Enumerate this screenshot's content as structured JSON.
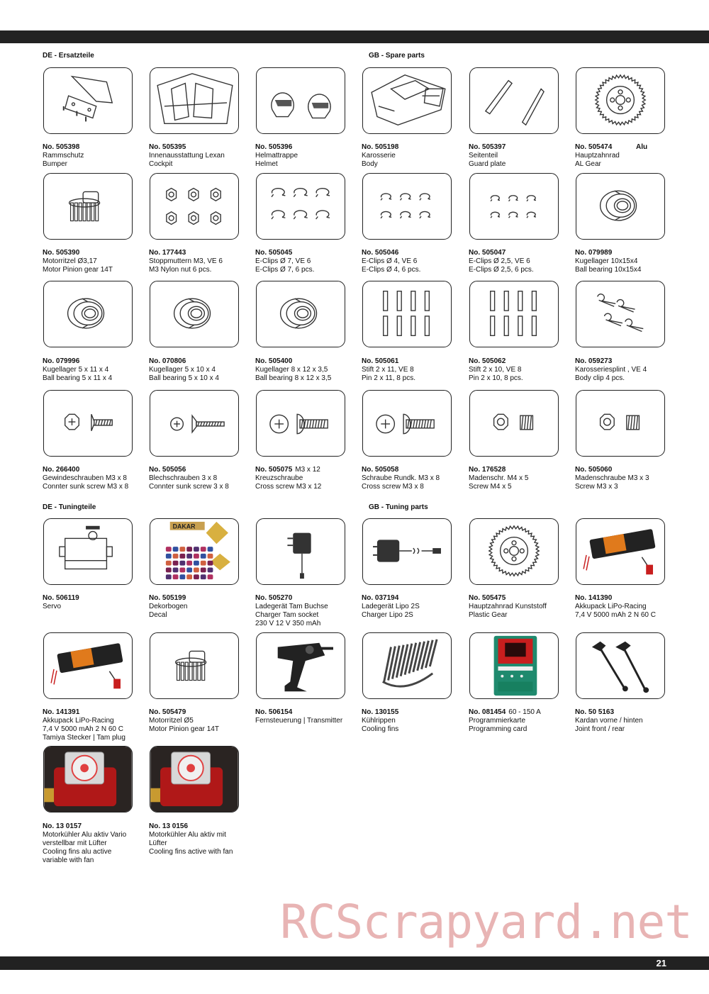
{
  "page": {
    "number": "21"
  },
  "sections": [
    {
      "id": "de-spare",
      "label": "DE - Ersatzteile"
    },
    {
      "id": "gb-spare",
      "label": "GB - Spare parts"
    },
    {
      "id": "de-tuning",
      "label": "DE - Tuningteile"
    },
    {
      "id": "gb-tuning",
      "label": "GB - Tuning parts"
    }
  ],
  "parts": [
    {
      "no": "No. 505398",
      "lines": [
        "Rammschutz",
        "Bumper"
      ],
      "icon": "bumper-plate-icon"
    },
    {
      "no": "No. 505395",
      "lines": [
        "Innenausstattung Lexan",
        "Cockpit"
      ],
      "icon": "cockpit-icon"
    },
    {
      "no": "No. 505396",
      "lines": [
        "Helmattrappe",
        "Helmet"
      ],
      "icon": "helmet-icon"
    },
    {
      "no": "No. 505198",
      "lines": [
        "Karosserie",
        "Body"
      ],
      "icon": "body-shell-icon"
    },
    {
      "no": "No. 505397",
      "lines": [
        "Seitenteil",
        "Guard plate"
      ],
      "icon": "guard-plate-icon"
    },
    {
      "no": "No. 505474",
      "extra": "Alu",
      "extra_bold": true,
      "lines": [
        "Hauptzahnrad",
        "AL Gear"
      ],
      "icon": "spur-gear-icon"
    },
    {
      "no": "No. 505390",
      "lines": [
        "Motorritzel Ø3,17",
        "Motor Pinion gear 14T"
      ],
      "icon": "pinion-gear-icon"
    },
    {
      "no": "No. 177443",
      "lines": [
        "Stoppmuttern M3, VE 6",
        "M3 Nylon nut 6 pcs."
      ],
      "icon": "nylon-nut-icon"
    },
    {
      "no": "No. 505045",
      "lines": [
        "E-Clips Ø 7, VE 6",
        "E-Clips Ø 7, 6 pcs."
      ],
      "icon": "e-clip-large-icon"
    },
    {
      "no": "No. 505046",
      "lines": [
        "E-Clips Ø 4, VE 6",
        "E-Clips Ø 4, 6 pcs."
      ],
      "icon": "e-clip-icon"
    },
    {
      "no": "No. 505047",
      "lines": [
        "E-Clips Ø 2,5, VE 6",
        "E-Clips Ø 2,5, 6 pcs."
      ],
      "icon": "e-clip-small-icon"
    },
    {
      "no": "No. 079989",
      "lines": [
        "Kugellager 10x15x4",
        "Ball bearing 10x15x4"
      ],
      "icon": "ball-bearing-icon"
    },
    {
      "no": "No. 079996",
      "lines": [
        "Kugellager 5 x 11 x 4",
        "Ball bearing 5 x 11 x 4"
      ],
      "icon": "ball-bearing-icon"
    },
    {
      "no": "No. 070806",
      "lines": [
        "Kugellager 5 x 10 x 4",
        "Ball bearing 5 x 10 x 4"
      ],
      "icon": "ball-bearing-icon"
    },
    {
      "no": "No. 505400",
      "lines": [
        "Kugellager 8 x 12 x 3,5",
        "Ball bearing 8 x 12 x 3,5"
      ],
      "icon": "ball-bearing-icon"
    },
    {
      "no": "No. 505061",
      "lines": [
        "Stift 2 x 11, VE 8",
        "Pin 2 x 11, 8 pcs."
      ],
      "icon": "pin-icon"
    },
    {
      "no": "No. 505062",
      "lines": [
        "Stift 2 x 10, VE 8",
        "Pin 2 x 10, 8 pcs."
      ],
      "icon": "pin-icon"
    },
    {
      "no": "No. 059273",
      "lines": [
        "Karosseriesplint , VE 4",
        "Body clip 4 pcs."
      ],
      "icon": "body-clip-icon"
    },
    {
      "no": "No. 266400",
      "lines": [
        "Gewindeschrauben M3 x 8",
        "Connter sunk screw M3 x 8"
      ],
      "icon": "countersunk-screw-icon"
    },
    {
      "no": "No. 505056",
      "lines": [
        "Blechschrauben 3 x 8",
        "Connter sunk screw 3 x 8"
      ],
      "icon": "tapping-screw-icon"
    },
    {
      "no": "No. 505075",
      "extra": "M3 x 12",
      "extra_bold": false,
      "lines": [
        "Kreuzschraube",
        "Cross screw M3 x 12"
      ],
      "icon": "cross-screw-icon"
    },
    {
      "no": "No. 505058",
      "lines": [
        "Schraube Rundk. M3 x 8",
        "Cross screw M3 x 8"
      ],
      "icon": "cross-screw-icon"
    },
    {
      "no": "No. 176528",
      "lines": [
        "Madenschr. M4 x 5",
        "Screw M4 x 5"
      ],
      "icon": "set-screw-icon"
    },
    {
      "no": "No. 505060",
      "lines": [
        "Madenschraube M3 x 3",
        "Screw M3 x 3"
      ],
      "icon": "set-screw-icon"
    },
    {
      "no": "No. 506119",
      "lines": [
        "Servo"
      ],
      "icon": "servo-icon"
    },
    {
      "no": "No. 505199",
      "lines": [
        "Dekorbogen",
        "Decal"
      ],
      "icon": "decal-sheet-icon"
    },
    {
      "no": "No. 505270",
      "lines": [
        "Ladegerät Tam Buchse",
        "Charger Tam socket",
        "230 V 12 V 350 mAh"
      ],
      "icon": "charger-icon"
    },
    {
      "no": "No. 037194",
      "lines": [
        "Ladegerät Lipo 2S",
        "Charger Lipo 2S"
      ],
      "icon": "lipo-charger-icon"
    },
    {
      "no": "No. 505475",
      "lines": [
        "Hauptzahnrad Kunststoff",
        "Plastic Gear"
      ],
      "icon": "spur-gear-icon"
    },
    {
      "no": "No. 141390",
      "lines": [
        "Akkupack LiPo-Racing",
        "7,4 V 5000 mAh 2 N 60 C"
      ],
      "icon": "lipo-battery-icon"
    },
    {
      "no": "No. 141391",
      "lines": [
        "Akkupack LiPo-Racing",
        "7,4 V 5000 mAh 2 N 60 C",
        "Tamiya Stecker | Tam plug"
      ],
      "icon": "lipo-battery-icon"
    },
    {
      "no": "No. 505479",
      "lines": [
        "Motorritzel Ø5",
        "Motor Pinion gear 14T"
      ],
      "icon": "pinion-gear-icon"
    },
    {
      "no": "No. 506154",
      "lines": [
        "Fernsteuerung | Transmitter"
      ],
      "icon": "transmitter-icon"
    },
    {
      "no": "No. 130155",
      "lines": [
        "Kühlrippen",
        "Cooling fins"
      ],
      "icon": "heatsink-icon"
    },
    {
      "no": "No. 081454",
      "extra": "60 - 150 A",
      "extra_bold": false,
      "lines": [
        "Programmierkarte",
        "Programming card"
      ],
      "icon": "programming-card-icon"
    },
    {
      "no": "No. 50 5163",
      "lines": [
        "Kardan vorne / hinten",
        "Joint front / rear"
      ],
      "icon": "drive-shaft-icon"
    },
    {
      "no": "No. 13 0157",
      "lines": [
        "Motorkühler Alu aktiv Vario",
        "verstellbar mit Lüfter",
        "Cooling fins alu active",
        "variable with fan"
      ],
      "icon": "motor-cooler-fan-icon"
    },
    {
      "no": "No. 13 0156",
      "lines": [
        "Motorkühler Alu aktiv mit",
        "Lüfter",
        "Cooling fins active with fan"
      ],
      "icon": "motor-cooler-fan-icon"
    }
  ],
  "watermark": "RCScrapyard.net",
  "colors": {
    "bar": "#222222",
    "frame": "#222222",
    "watermark": "#e8b4b4",
    "battery": "#e07a1c",
    "card": "#1f8a6e",
    "red": "#c81e1e"
  }
}
